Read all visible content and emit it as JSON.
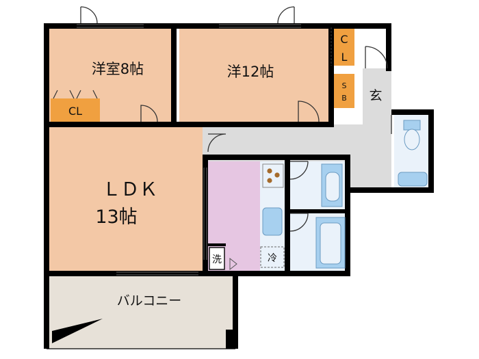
{
  "rooms": {
    "western_8": "洋室8帖",
    "western_12": "洋12帖",
    "ldk_line1": "ＬＤＫ",
    "ldk_line2": "13帖",
    "balcony": "バルコニー",
    "entrance": "玄",
    "shoebox": "SB",
    "closet": "CL",
    "closet_top_c": "C",
    "closet_top_l": "L",
    "washer": "洗",
    "fridge": "冷"
  },
  "colors": {
    "room_fill": "#f3c8a6",
    "hall_fill": "#dcdcdc",
    "closet_fill": "#f0a040",
    "kitchen_fill": "#e6c6e2",
    "wet_fill": "#eaf2fa",
    "fixture_fill": "#a7d0ef",
    "balcony_fill": "#e7e1d8",
    "wall": "#000000"
  }
}
